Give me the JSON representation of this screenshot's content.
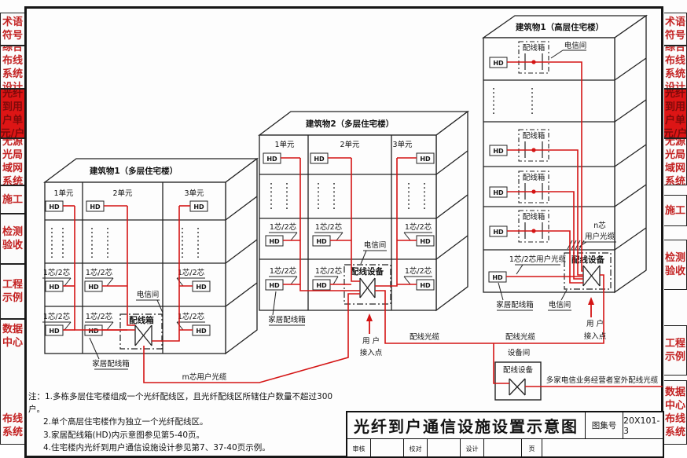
{
  "sidebar": {
    "tabs": [
      {
        "label": "术语符号",
        "lines": [
          "术语",
          "符号"
        ],
        "active": false
      },
      {
        "label": "综合布线系统设计",
        "lines": [
          "综合",
          "布线",
          "系统",
          "设计"
        ],
        "active": false
      },
      {
        "label": "光纤到用户单元/户",
        "lines": [
          "光纤",
          "到用",
          "户单",
          "元/户"
        ],
        "active": true
      },
      {
        "label": "无源光局域网系统",
        "lines": [
          "无源",
          "光局",
          "域网",
          "系统"
        ],
        "active": false
      },
      {
        "label": "施工",
        "lines": [
          "施工"
        ],
        "active": false
      },
      {
        "label": "检测验收",
        "lines": [
          "检测",
          "验收"
        ],
        "active": false
      },
      {
        "label": "工程示例",
        "lines": [
          "工程",
          "示例"
        ],
        "active": false
      },
      {
        "label": "数据中心布线系统",
        "lines": [
          "数据",
          "中心",
          "布线",
          "系统"
        ],
        "active": false
      }
    ]
  },
  "buildings": {
    "b1": "建筑物1（多层住宅楼）",
    "b2": "建筑物2（多层住宅楼）",
    "b3": "建筑物1（高层住宅楼）"
  },
  "s": {
    "hd": "HD",
    "u1": "1单元",
    "u2": "2单元",
    "u3": "3单元",
    "core12": "1芯/2芯",
    "wiring_box": "配线箱",
    "wiring_device": "配线设备",
    "telecom_room": "电信间",
    "home_box": "家居配线箱",
    "equip_room": "设备间",
    "user": "用 户",
    "access": "接入点",
    "dist_cable": "配线光缆",
    "m_cable": "m芯用户光缆",
    "n_core": "n芯",
    "user_cable": "用户光缆",
    "core12_user": "1芯/2芯用户光缆",
    "operators_cable": "多家电信业务经营者室外配线光缆"
  },
  "notes": {
    "prefix": "注：",
    "items": [
      "1.多栋多层住宅楼组成一个光纤配线区，且光纤配线区所辖住户数量不超过300户。",
      "2.单个高层住宅楼作为独立一个光纤配线区。",
      "3.家居配线箱(HD)内示意图参见第5-40页。",
      "4.住宅楼内光纤到用户通信设施设计参见第7、37-40页示例。"
    ]
  },
  "titleblock": {
    "title": "光纤到户通信设施设置示意图",
    "atlas_label": "图集号",
    "atlas_no": "20X101-3",
    "row2": {
      "c1": "审核",
      "c2": "校对",
      "c3": "设计",
      "c4": "页"
    }
  },
  "colors": {
    "cable_red": "#d41414",
    "tab_active_bg": "#dd1515",
    "tab_text": "#c32222"
  }
}
